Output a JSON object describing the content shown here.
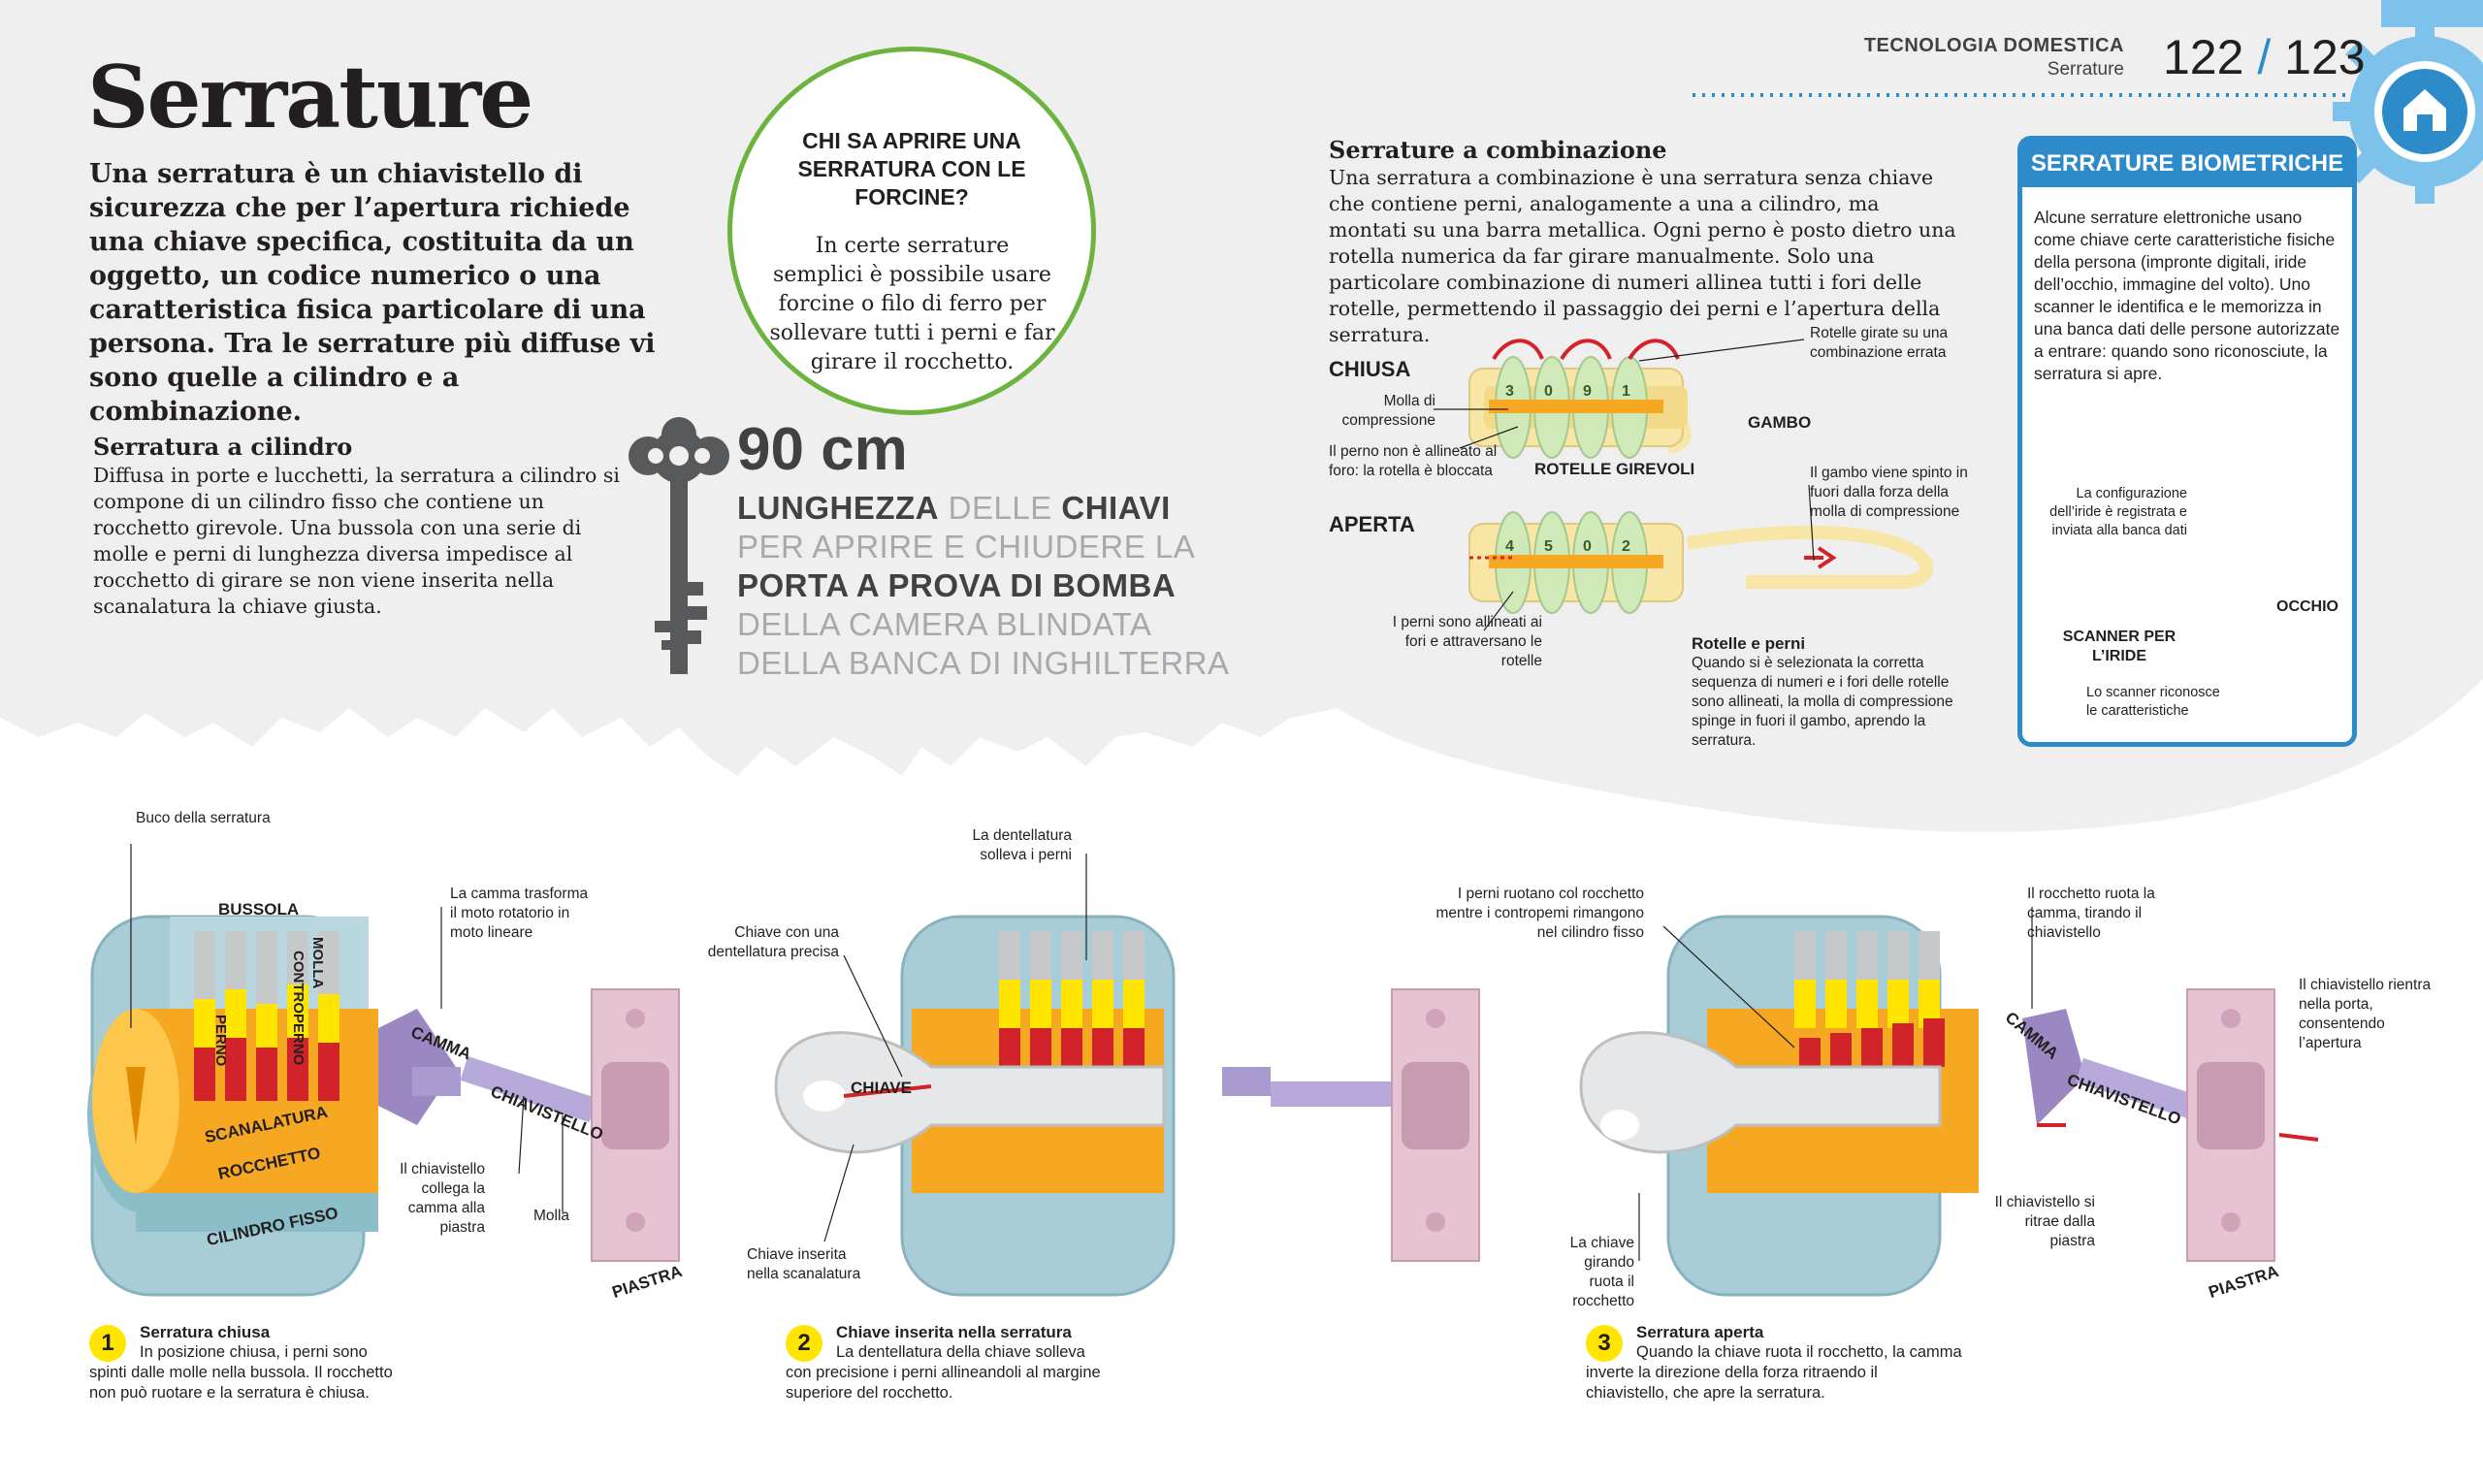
{
  "header": {
    "section": "TECNOLOGIA DOMESTICA",
    "subsection": "Serrature",
    "page_left": "122",
    "page_sep": "/",
    "page_right": "123"
  },
  "title": "Serrature",
  "intro": "Una serratura è un chiavistello di sicurezza che per l’apertura richiede una chiave specifica, costituita da un oggetto, un codice numerico o una caratteristica fisica particolare di una persona. Tra le serrature più diffuse vi sono quelle a cilindro e a combinazione.",
  "cylinder": {
    "heading": "Serratura a cilindro",
    "text": "Diffusa in porte e lucchetti, la serratura a cilindro si compone di un cilindro fisso che contiene un rocchetto girevole. Una bussola con una serie di molle e perni di lunghezza diversa impedisce al rocchetto di girare se non viene inserita nella scanalatura la chiave giusta."
  },
  "hairpin": {
    "heading": "CHI SA APRIRE UNA SERRATURA CON LE FORCINE?",
    "text": "In certe serrature semplici è possibile usare forcine o filo di ferro per sollevare tutti i perni e far girare il rocchetto."
  },
  "stat": {
    "value": "90 cm",
    "line1_a": "LUNGHEZZA",
    "line1_b": "DELLE",
    "line1_c": "CHIAVI",
    "line2": "PER APRIRE E CHIUDERE LA",
    "line3": "PORTA A PROVA DI BOMBA",
    "line4": "DELLA CAMERA BLINDATA",
    "line5": "DELLA BANCA DI INGHILTERRA"
  },
  "combination": {
    "heading": "Serrature a combinazione",
    "text": "Una serratura a combinazione è una serratura senza chiave che contiene perni, analogamente a una a cilindro, ma montati su una barra metallica. Ogni perno è posto dietro una rotella numerica da far girare manualmente. Solo una particolare combinazione di numeri allinea tutti i fori delle rotelle, permettendo il passaggio dei perni e l’apertura della serratura.",
    "closed_label": "CHIUSA",
    "open_label": "APERTA",
    "spring_label": "Molla di compressione",
    "misaligned_label": "Il perno non è allineato al foro: la rotella è bloccata",
    "wheels_label": "ROTELLE GIREVOLI",
    "wrong_combo_label": "Rotelle girate su una combinazione errata",
    "shank_label": "GAMBO",
    "pushed_label": "Il gambo viene spinto in fuori dalla forza della molla di compressione",
    "aligned_label": "I perni sono allineati ai fori e attraversano le rotelle",
    "wheels_pins_heading": "Rotelle e perni",
    "wheels_pins_text": "Quando si è selezionata la corretta sequenza di numeri e i fori delle rotelle sono allineati, la molla di compressione spinge in fuori il gambo, aprendo la serratura.",
    "dial_numbers": [
      "3",
      "0",
      "9",
      "1",
      "4",
      "5",
      "0",
      "2"
    ]
  },
  "biometric": {
    "heading": "SERRATURE BIOMETRICHE",
    "text": "Alcune serrature elettroniche usano come chiave certe caratteristiche fisiche della persona (impronte digitali, iride dell’occhio, immagine del volto). Uno scanner le identifica e le memorizza in una banca dati delle persone autorizzate a entrare: quando sono riconosciute, la serratura si apre.",
    "iris_config": "La configurazione dell’iride è registrata e inviata alla banca dati",
    "eye_label": "OCCHIO",
    "scanner_label": "SCANNER PER L’IRIDE",
    "recognize_label": "Lo scanner riconosce le caratteristiche"
  },
  "diagram1": {
    "keyhole": "Buco della serratura",
    "bussola": "BUSSOLA",
    "molla": "MOLLA",
    "controperno": "CONTROPERNO",
    "perno": "PERNO",
    "scanalatura": "SCANALATURA",
    "rocchetto": "ROCCHETTO",
    "cilindro": "CILINDRO FISSO",
    "camma": "CAMMA",
    "camma_note": "La camma trasforma il moto rotatorio in moto lineare",
    "chiavistello": "CHIAVISTELLO",
    "chiavistello_note": "Il chiavistello collega la camma alla piastra",
    "molla_note": "Molla",
    "piastra": "PIASTRA",
    "step": "1",
    "cap_title": "Serratura chiusa",
    "cap_text": "In posizione chiusa, i perni sono spinti dalle molle nella bussola. Il rocchetto non può ruotare e la serratura è chiusa."
  },
  "diagram2": {
    "teeth_note": "La dentellatura solleva i perni",
    "key_note": "Chiave con una dentellatura precisa",
    "chiave": "CHIAVE",
    "inserted_note": "Chiave inserita nella scanalatura",
    "step": "2",
    "cap_title": "Chiave inserita nella serratura",
    "cap_text": "La dentellatura della chiave solleva con precisione i perni allineandoli al margine superiore del rocchetto."
  },
  "diagram3": {
    "pins_note": "I perni ruotano col rocchetto mentre i contropemi rimangono nel cilindro fisso",
    "cam_note": "Il rocchetto ruota la camma, tirando il chiavistello",
    "camma": "CAMMA",
    "chiavistello": "CHIAVISTELLO",
    "bolt_note": "Il chiavistello rientra nella porta, consentendo l’apertura",
    "retract_note": "Il chiavistello si ritrae dalla piastra",
    "turn_note": "La chiave girando ruota il rocchetto",
    "piastra": "PIASTRA",
    "step": "3",
    "cap_title": "Serratura aperta",
    "cap_text": "Quando la chiave ruota il rocchetto, la camma inverte la direzione della forza ritraendo il chiavistello, che apre la serratura."
  },
  "colors": {
    "background_gray": "#efefef",
    "accent_green": "#6cb33f",
    "accent_blue": "#2e8bc9",
    "pin_red": "#d2232a",
    "pin_yellow": "#ffe500",
    "plug_orange": "#f7a823",
    "cylinder_blue": "#a9cdd6",
    "cam_purple": "#9b88c3",
    "plate_pink": "#e6c3d3"
  }
}
